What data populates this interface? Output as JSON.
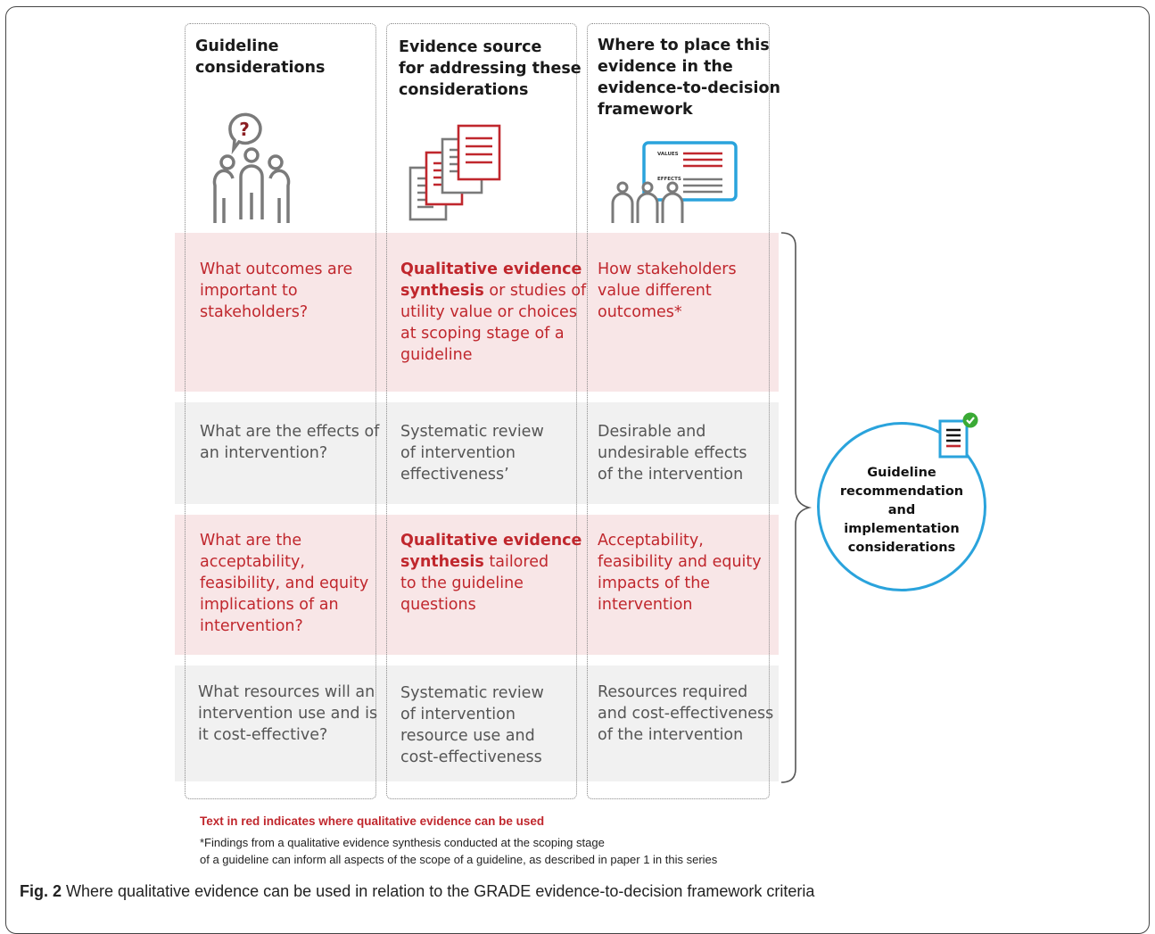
{
  "headers": [
    {
      "lines": [
        "Guideline",
        "considerations"
      ]
    },
    {
      "lines": [
        "Evidence source",
        "for addressing these",
        "considerations"
      ]
    },
    {
      "lines": [
        "Where to place this",
        "evidence in the",
        "evidence-to-decision",
        "framework"
      ]
    }
  ],
  "icons": {
    "col1": "stakeholders-question-icon",
    "col2": "documents-stack-icon",
    "col3": "stakeholders-board-icon",
    "board_label_1": "VALUES",
    "board_label_2": "EFFECTS",
    "question_mark": "?"
  },
  "rows": [
    {
      "color": "red",
      "c1": [
        "What outcomes are",
        "important to",
        "stakeholders?"
      ],
      "c2": [
        {
          "bold": "Qualitative evidence",
          "text": ""
        },
        {
          "bold": "synthesis",
          "text": " or studies of"
        },
        {
          "bold": "",
          "text": "utility value or choices"
        },
        {
          "bold": "",
          "text": "at scoping stage of a"
        },
        {
          "bold": "",
          "text": "guideline"
        }
      ],
      "c3": [
        "How stakeholders",
        "value different",
        "outcomes*"
      ]
    },
    {
      "color": "grey",
      "c1": [
        "What are the effects of",
        "an intervention?"
      ],
      "c2": [
        {
          "bold": "",
          "text": "Systematic review"
        },
        {
          "bold": "",
          "text": "of intervention"
        },
        {
          "bold": "",
          "text": "effectiveness’"
        }
      ],
      "c3": [
        "Desirable and",
        "undesirable effects",
        "of the intervention"
      ]
    },
    {
      "color": "red",
      "c1": [
        "What are the",
        "acceptability,",
        "feasibility, and equity",
        "implications of an",
        "intervention?"
      ],
      "c2": [
        {
          "bold": "Qualitative evidence",
          "text": ""
        },
        {
          "bold": "synthesis",
          "text": " tailored"
        },
        {
          "bold": "",
          "text": "to the guideline"
        },
        {
          "bold": "",
          "text": "questions"
        }
      ],
      "c3": [
        "Acceptability,",
        "feasibility and equity",
        "impacts of the",
        "intervention"
      ]
    },
    {
      "color": "grey",
      "c1": [
        "What resources will an",
        "intervention use and is",
        "it cost-effective?"
      ],
      "c2": [
        {
          "bold": "",
          "text": "Systematic review"
        },
        {
          "bold": "",
          "text": "of intervention"
        },
        {
          "bold": "",
          "text": "resource use and"
        },
        {
          "bold": "",
          "text": "cost-effectiveness"
        }
      ],
      "c3": [
        "Resources required",
        "and cost-effectiveness",
        "of the intervention"
      ]
    }
  ],
  "outcome": {
    "icon": "recommendation-document-check-icon",
    "lines": [
      "Guideline",
      "recommendation",
      "and",
      "implementation",
      "considerations"
    ],
    "accent": "#2aa3dc",
    "check_color": "#3aaa35"
  },
  "notes": {
    "red": "Text in red indicates where qualitative evidence can be used",
    "star_1": "*Findings from a qualitative evidence synthesis conducted at the scoping stage",
    "star_2": "of a guideline can inform all aspects of the scope of a guideline, as described in paper 1 in this series"
  },
  "caption": {
    "label": "Fig. 2",
    "text": " Where qualitative evidence can be used in relation to the GRADE evidence-to-decision framework criteria"
  },
  "colors": {
    "red_text": "#c0272d",
    "grey_text": "#555555",
    "red_band": "#f8e6e7",
    "grey_band": "#f1f1f1"
  }
}
